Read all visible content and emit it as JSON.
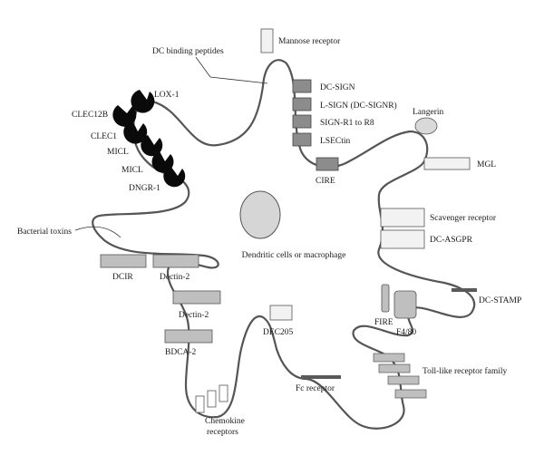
{
  "center_label": "Dendritic cells or macrophage",
  "labels": {
    "dc_binding_peptides": "DC binding peptides",
    "mannose_receptor": "Mannose receptor",
    "dc_sign": "DC-SIGN",
    "l_sign": "L-SIGN (DC-SIGNR)",
    "sign_r1_r8": "SIGN-R1 to R8",
    "lsectin": "LSECtin",
    "cire": "CIRE",
    "langerin": "Langerin",
    "mgl": "MGL",
    "scavenger_receptor": "Scavenger receptor",
    "dc_asgpr": "DC-ASGPR",
    "dc_stamp": "DC-STAMP",
    "fire": "FIRE",
    "f4_80": "F4/80",
    "toll_like": "Toll-like receptor family",
    "fc_receptor": "Fc receptor",
    "dec205": "DEC205",
    "chemokine_1": "Chemokine",
    "chemokine_2": "receptors",
    "bdca2": "BDCA-2",
    "dectin2_lower": "Dectin-2",
    "dcir": "DCIR",
    "dectin2_upper": "Dectin-2",
    "bacterial_toxins": "Bacterial toxins",
    "lox1": "LOX-1",
    "clec12b": "CLEC12B",
    "clec1": "CLEC1",
    "micl_1": "MICL",
    "micl_2": "MICL",
    "dngr1": "DNGR-1"
  },
  "colors": {
    "membrane": "#555555",
    "box_white": "#f2f2f2",
    "box_light": "#d9d9d9",
    "box_mid": "#bfbfbf",
    "box_dark": "#8c8c8c",
    "bar_dark": "#5a5a5a",
    "lectin_black": "#0a0a0a",
    "nucleus": "#d6d6d6"
  }
}
